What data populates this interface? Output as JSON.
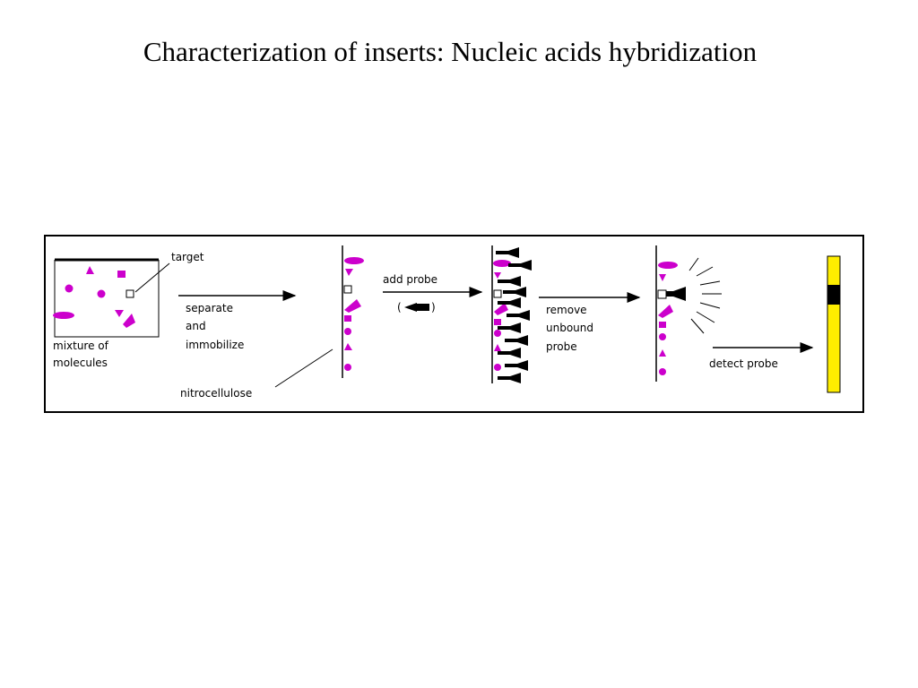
{
  "title": "Characterization of inserts:  Nucleic acids hybridization",
  "diagram": {
    "labels": {
      "target": "target",
      "mixture_line1": "mixture  of",
      "mixture_line2": "molecules",
      "separate": "separate",
      "and": "and",
      "immobilize": "immobilize",
      "nitrocellulose": "nitrocellulose",
      "add_probe": "add probe",
      "remove": "remove",
      "unbound": "unbound",
      "probe": "probe",
      "detect_probe": "detect probe"
    },
    "colors": {
      "molecule": "#cc00cc",
      "probe": "#000000",
      "strip": "#ffee00",
      "frame": "#000000"
    },
    "icons": [
      "arrow-icon",
      "probe-icon",
      "molecule-icon",
      "signal-rays-icon"
    ]
  }
}
